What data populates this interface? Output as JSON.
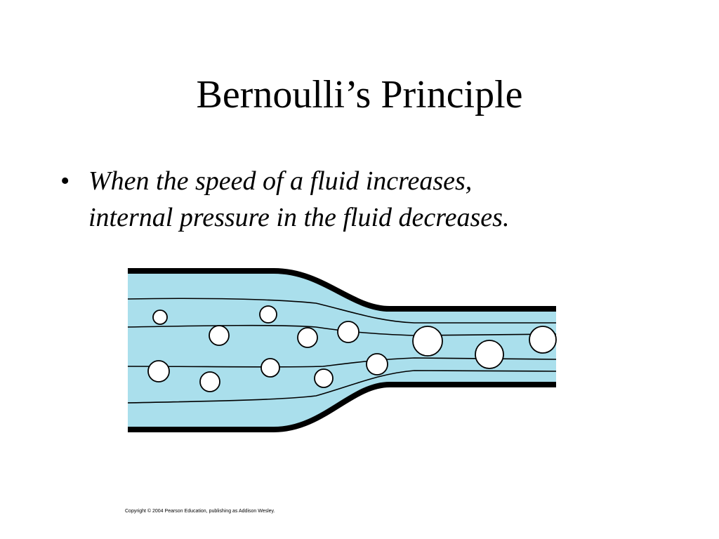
{
  "slide": {
    "title": "Bernoulli’s Principle",
    "bullets": [
      {
        "symbol": "•",
        "lines": [
          "When the speed of a fluid increases,",
          "internal pressure in the fluid decreases."
        ]
      }
    ]
  },
  "diagram": {
    "fluid_color": "#aadfec",
    "wall_color": "#000000"
  },
  "copyright": "Copyright © 2004 Pearson Education, publishing as Addison Wesley."
}
